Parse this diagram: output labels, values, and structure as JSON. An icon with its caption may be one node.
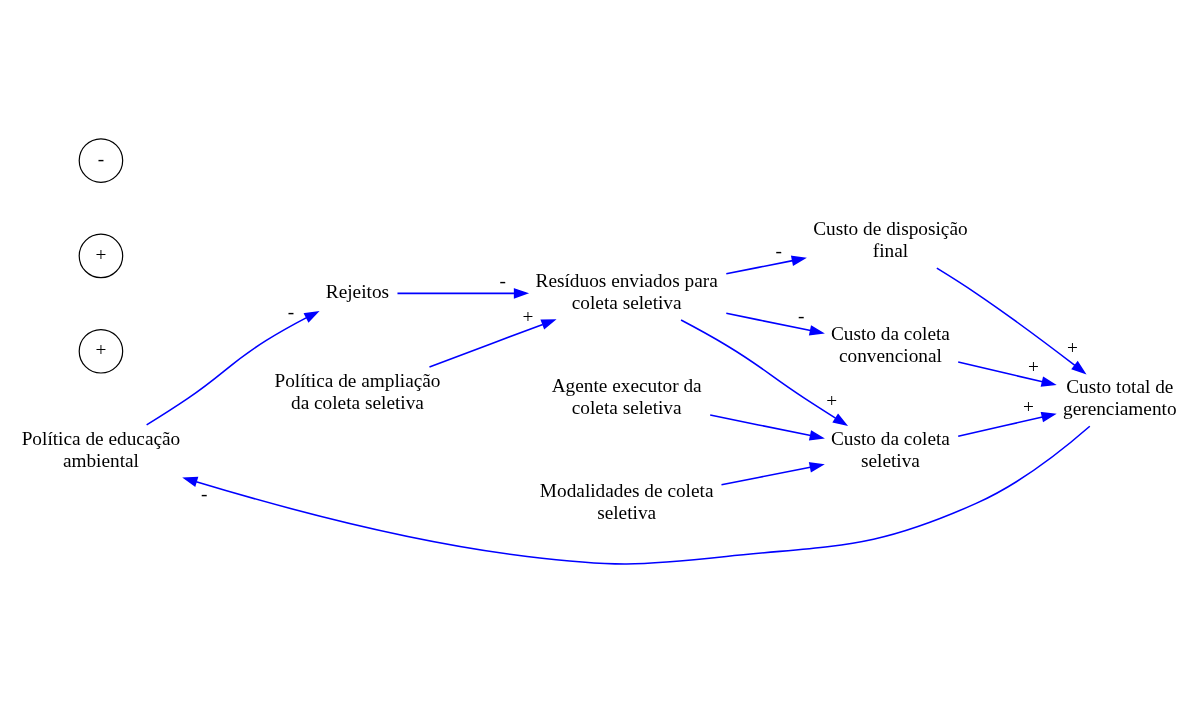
{
  "diagram": {
    "nodes": [
      {
        "text": [
          "Política de educação ambiental"
        ]
      },
      {
        "text": [
          "Rejeitos"
        ]
      },
      {
        "text": [
          "Política de ampliação da coleta seletiva"
        ]
      },
      {
        "text": [
          "Custo total de gerenciamento"
        ]
      },
      {
        "text": [
          "Custo de disposição final"
        ]
      },
      {
        "text": [
          "Resíduos enviados para coleta seletiva"
        ]
      },
      {
        "text": [
          "Custo da coleta convencional"
        ]
      },
      {
        "text": [
          "Custo da coleta seletiva"
        ]
      },
      {
        "text": [
          "Agente executor da coleta seletiva"
        ]
      },
      {
        "text": [
          "Modalidades de coleta seletiva"
        ]
      }
    ],
    "edges": [
      {
        "from": 3,
        "to": 0,
        "arrow": "to",
        "label": "-",
        "color": "#0000ff"
      },
      {
        "from": 0,
        "to": 1,
        "arrow": "to",
        "label": "-",
        "color": "#0000ff"
      },
      {
        "from": 1,
        "to": 5,
        "arrow": "to",
        "label": "-",
        "color": "#0000ff"
      },
      {
        "from": 2,
        "to": 5,
        "arrow": "to",
        "label": "+",
        "color": "#0000ff"
      },
      {
        "from": 5,
        "to": 4,
        "arrow": "to",
        "label": "-",
        "color": "#0000ff"
      },
      {
        "from": 4,
        "to": 3,
        "arrow": "to",
        "label": "+",
        "color": "#0000ff"
      },
      {
        "from": 6,
        "to": 3,
        "arrow": "to",
        "label": "+",
        "color": "#0000ff"
      },
      {
        "from": 7,
        "to": 3,
        "arrow": "to",
        "label": "+",
        "color": "#0000ff"
      },
      {
        "from": 5,
        "to": 6,
        "arrow": "to",
        "label": "-",
        "color": "#0000ff"
      },
      {
        "from": 5,
        "to": 7,
        "arrow": "to",
        "label": "+",
        "color": "#0000ff"
      },
      {
        "from": 8,
        "to": 7,
        "arrow": "to",
        "color": "#0000ff"
      },
      {
        "from": 9,
        "to": 7,
        "arrow": "to",
        "color": "#0000ff"
      }
    ],
    "labels": [
      "+",
      "+",
      "-"
    ]
  }
}
